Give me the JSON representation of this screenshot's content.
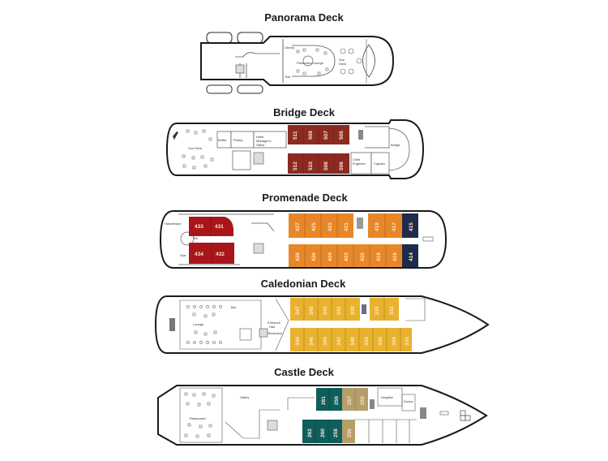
{
  "colors": {
    "bridge_cabin": "#8c2a22",
    "promenade_red": "#a8161c",
    "promenade_orange": "#e8862a",
    "promenade_navy": "#1f2b4d",
    "caledonian_yellow": "#e9b22e",
    "castle_teal": "#0f5e5e",
    "castle_tan": "#b59e6a",
    "outline": "#2a2a2a"
  },
  "decks": [
    {
      "name": "Panorama Deck",
      "rooms": [
        "Library",
        "Panorama Lounge",
        "Bar",
        "Sun Deck"
      ]
    },
    {
      "name": "Bridge Deck",
      "rooms": [
        "Sun Deck",
        "Buffet",
        "Pantry",
        "Hotel Manager's Office",
        "Bridge",
        "Chief Engineer",
        "Captain"
      ],
      "cabins_top": [
        "511",
        "509",
        "507",
        "505"
      ],
      "cabins_bottom": [
        "512",
        "510",
        "508",
        "506"
      ]
    },
    {
      "name": "Promenade Deck",
      "rooms": [
        "Hairdresser",
        "WC",
        "Spa"
      ],
      "suites_top": [
        "433",
        "431"
      ],
      "suites_bottom": [
        "434",
        "432"
      ],
      "cabins_top": [
        "427",
        "425",
        "423",
        "421",
        "419",
        "417"
      ],
      "cabins_bottom": [
        "428",
        "426",
        "424",
        "422",
        "420",
        "418",
        "416"
      ],
      "premium_top": "415",
      "premium_bottom": "414"
    },
    {
      "name": "Caledonian Deck",
      "rooms": [
        "Lounge",
        "Bar",
        "Entrance Hall",
        "Reception"
      ],
      "cabins_top": [
        "347",
        "345",
        "343",
        "341",
        "339",
        "335",
        "333"
      ],
      "cabins_bottom": [
        "348",
        "346",
        "344",
        "342",
        "340",
        "338",
        "336",
        "334",
        "332"
      ]
    },
    {
      "name": "Castle Deck",
      "rooms": [
        "Restaurant",
        "Galley",
        "Hospital",
        "Doctor"
      ],
      "teal_top": [
        "261",
        "259"
      ],
      "tan_top": [
        "257",
        "255"
      ],
      "teal_bottom": [
        "262",
        "260",
        "258"
      ],
      "tan_bottom": [
        "256"
      ]
    }
  ]
}
